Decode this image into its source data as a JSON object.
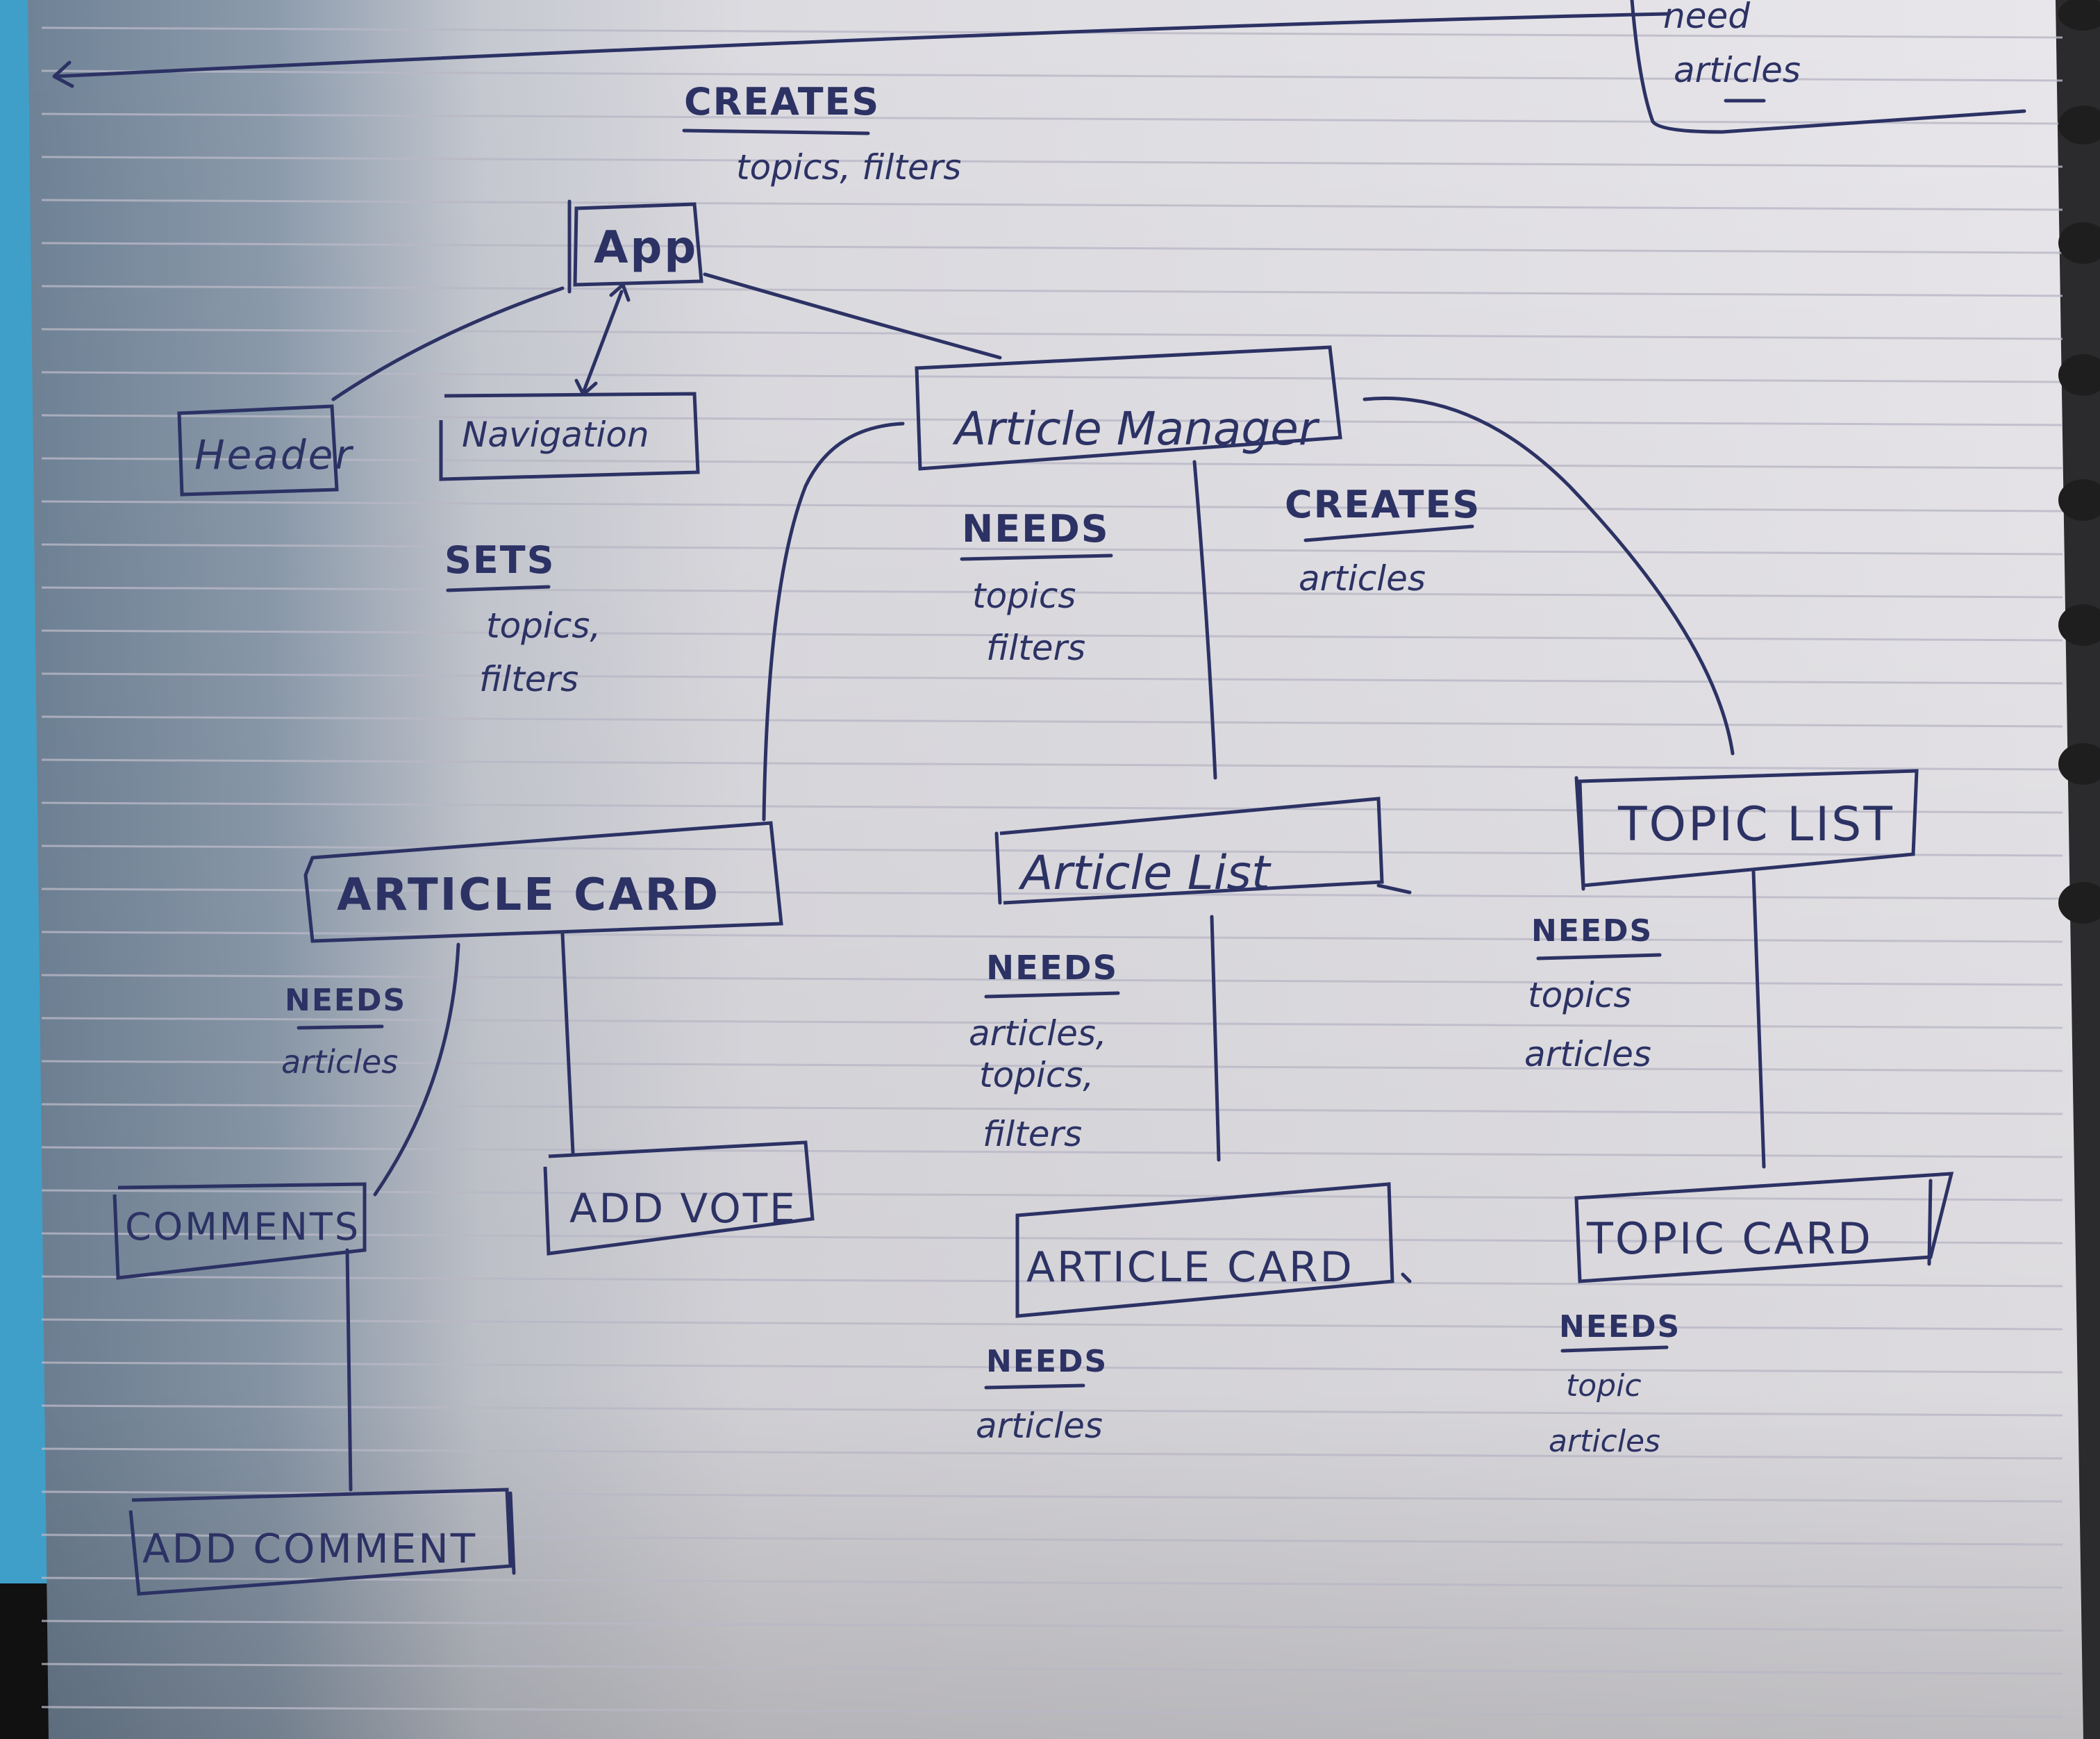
{
  "diagram": {
    "nodes": {
      "app": "App",
      "header": "Header",
      "navigation": "Navigation",
      "article_manager": "Article Manager",
      "article_card_left": "ARTICLE CARD",
      "article_list": "Article List",
      "topic_list": "TOPIC LIST",
      "comments": "COMMENTS",
      "add_vote": "ADD VOTE",
      "article_card_mid": "ARTICLE CARD",
      "topic_card": "TOPIC CARD",
      "add_comment": "ADD COMMENT"
    },
    "notes": {
      "top_right": {
        "line1": "need",
        "line2": "articles"
      },
      "app": {
        "heading": "CREATES",
        "text": "topics, filters"
      },
      "navigation": {
        "heading": "SETS",
        "line1": "topics,",
        "line2": "filters"
      },
      "manager_needs": {
        "heading": "NEEDS",
        "line1": "topics",
        "line2": "filters"
      },
      "manager_creates": {
        "heading": "CREATES",
        "text": "articles"
      },
      "article_card_left": {
        "heading": "NEEDS",
        "text": "articles"
      },
      "article_list": {
        "heading": "NEEDS",
        "line1": "articles,",
        "line2": "topics,",
        "line3": "filters"
      },
      "topic_list": {
        "heading": "NEEDS",
        "line1": "topics",
        "line2": "articles"
      },
      "article_card_mid": {
        "heading": "NEEDS",
        "text": "articles"
      },
      "topic_card": {
        "heading": "NEEDS",
        "line1": "topic",
        "line2": "articles"
      }
    }
  },
  "colors": {
    "ink": "#2c3264",
    "paper": "#e6e4e8",
    "rule": "#b9b8c6",
    "shadow": "#7d8fa3",
    "blue_edge": "#3f9fc8"
  }
}
